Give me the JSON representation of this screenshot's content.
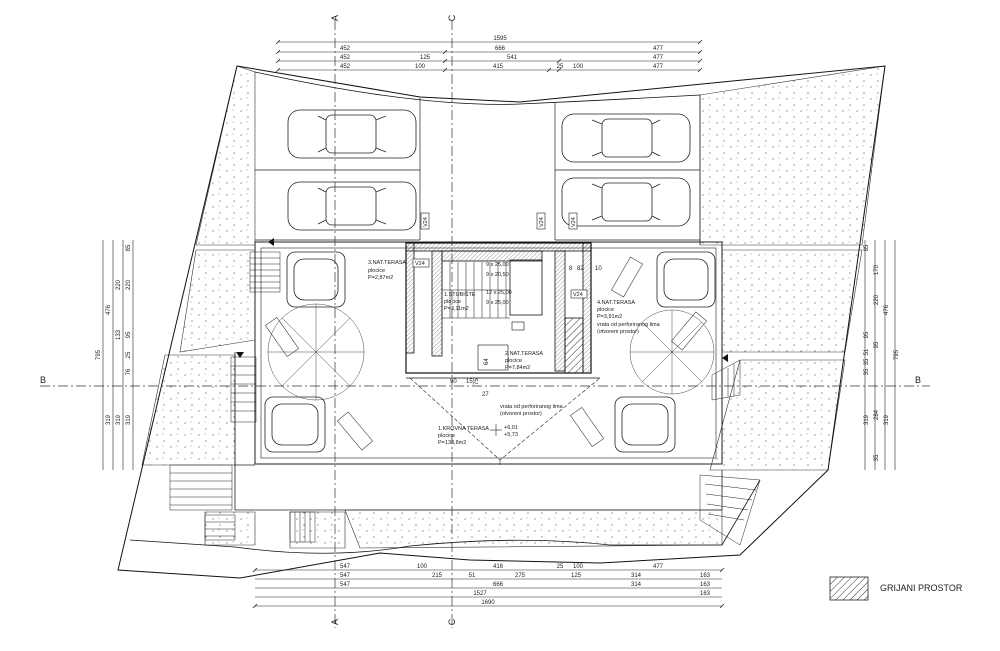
{
  "dimensions": {
    "top_row1": [
      "1595"
    ],
    "top_row2": [
      "452",
      "666",
      "477"
    ],
    "top_row3": [
      "452",
      "125",
      "541",
      "477"
    ],
    "top_row4": [
      "452",
      "100",
      "415",
      "25",
      "100",
      "477"
    ],
    "bottom_row1": [
      "547",
      "100",
      "416",
      "25",
      "100",
      "477"
    ],
    "bottom_row2": [
      "547",
      "215",
      "51",
      "275",
      "125",
      "314",
      "163"
    ],
    "bottom_row3": [
      "547",
      "666",
      "314",
      "163"
    ],
    "bottom_row4": [
      "1527",
      "163"
    ],
    "bottom_row5": [
      "1690"
    ],
    "left_outer": [
      "795"
    ],
    "left_mid": [
      "476",
      "319"
    ],
    "left_inner": [
      "220",
      "133",
      "319"
    ],
    "left_small": [
      "85",
      "220",
      "95",
      "25",
      "76",
      "319"
    ],
    "right_outer": [
      "795"
    ],
    "right_mid": [
      "476",
      "319"
    ],
    "right_inner": [
      "170",
      "220",
      "95",
      "284",
      "35"
    ],
    "right_small": [
      "85",
      "95",
      "51",
      "35",
      "35",
      "319"
    ],
    "core": [
      "8",
      "82",
      "10",
      "90",
      "27",
      "64",
      "75",
      "15"
    ]
  },
  "section_markers": {
    "a_top": "A",
    "c_top": "C",
    "a_bottom": "A",
    "c_bottom": "C",
    "b_left": "B",
    "b_right": "B"
  },
  "tags": [
    "V24",
    "V24",
    "V24",
    "V24",
    "V24"
  ],
  "stairs": [
    "9 x 25,00",
    "9 x 20,50",
    "12 x 25,00",
    "9 x 25,00"
  ],
  "rooms": {
    "terrace3": {
      "title": "3.NAT.TERASA",
      "line1": "plocice",
      "line2": "P=2,87m2"
    },
    "stair_landing": {
      "title": "1.STUBIŠTE",
      "line1": "plocice",
      "line2": "P=3,11m2"
    },
    "terrace4": {
      "title": "4.NAT.TERASA",
      "line1": "plocice",
      "line2": "P=3,91m2"
    },
    "door_right": {
      "line1": "vrata od perforiranog lima",
      "line2": "(otvoreni prostor)"
    },
    "terrace2": {
      "title": "2.NAT.TERASA",
      "line1": "plocice",
      "line2": "P=7,84m2"
    },
    "door_center": {
      "line1": "vrata od perforiranog lima",
      "line2": "(otvoreni prostor)"
    },
    "roof_terrace": {
      "title": "1.KROVNA TERASA",
      "line1": "plocice",
      "line2": "P=138,8m2"
    },
    "levels": {
      "top": "+6,01",
      "bottom": "+5,73"
    }
  },
  "legend": {
    "label": "GRIJANI PROSTOR"
  }
}
